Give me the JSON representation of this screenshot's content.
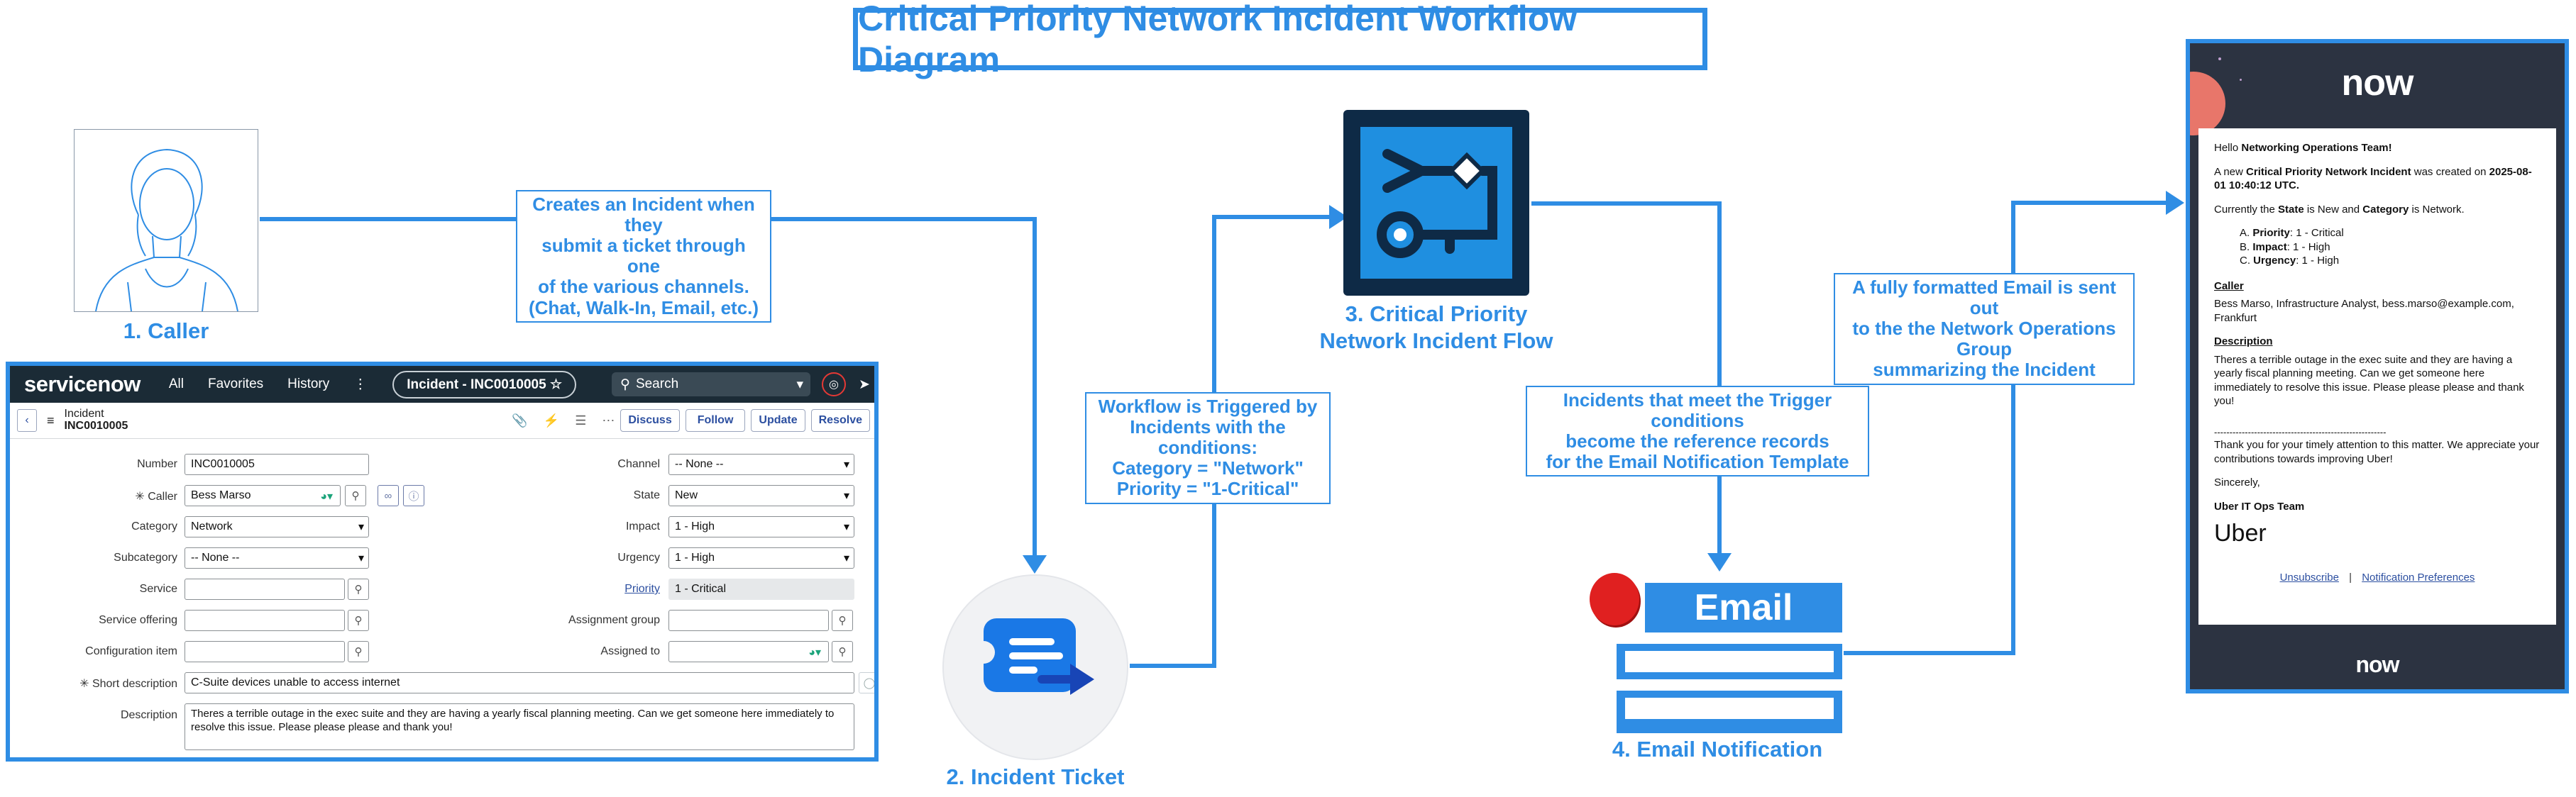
{
  "title": "Critical Priority Network Incident Workflow Diagram",
  "caller": {
    "label": "1. Caller",
    "icon": "person-outline-icon"
  },
  "edge_caller_ticket": [
    "Creates an Incident when they",
    "submit a ticket through one",
    "of the various channels.",
    "(Chat, Walk-In, Email, etc.)"
  ],
  "ticket": {
    "label": "2. Incident Ticket",
    "icon": "ticket-forward-icon"
  },
  "edge_ticket_flow": [
    "Workflow is Triggered by",
    "Incidents with the conditions:",
    "Category = \"Network\"",
    "Priority = \"1-Critical\""
  ],
  "flow": {
    "label_lines": [
      "3. Critical Priority",
      "Network Incident Flow"
    ],
    "icon": "flow-designer-icon"
  },
  "edge_flow_email": [
    "Incidents that meet the Trigger conditions",
    "become the reference records",
    "for the Email Notification Template"
  ],
  "email_node": {
    "label": "4. Email Notification",
    "badge": "Email",
    "icon": "email-notification-icon"
  },
  "edge_email_preview": [
    "A fully formatted Email is sent out",
    "to the the Network Operations Group",
    "summarizing the Incident"
  ],
  "servicenow": {
    "logo": "servicenow",
    "nav": [
      "All",
      "Favorites",
      "History"
    ],
    "tab": "Incident - INC0010005",
    "search_placeholder": "Search",
    "record_type": "Incident",
    "record_number": "INC0010005",
    "buttons": [
      "Discuss",
      "Follow",
      "Update",
      "Resolve"
    ],
    "left_fields": [
      {
        "label": "Number",
        "value": "INC0010005",
        "kind": "text"
      },
      {
        "label": "Caller",
        "value": "Bess Marso",
        "kind": "ref"
      },
      {
        "label": "Category",
        "value": "Network",
        "kind": "select"
      },
      {
        "label": "Subcategory",
        "value": "-- None --",
        "kind": "select"
      },
      {
        "label": "Service",
        "value": "",
        "kind": "lookup"
      },
      {
        "label": "Service offering",
        "value": "",
        "kind": "lookup"
      },
      {
        "label": "Configuration item",
        "value": "",
        "kind": "lookup"
      }
    ],
    "right_fields": [
      {
        "label": "Channel",
        "value": "-- None --",
        "kind": "select"
      },
      {
        "label": "State",
        "value": "New",
        "kind": "select"
      },
      {
        "label": "Impact",
        "value": "1 - High",
        "kind": "select"
      },
      {
        "label": "Urgency",
        "value": "1 - High",
        "kind": "select"
      },
      {
        "label": "Priority",
        "value": "1 - Critical",
        "kind": "readonly"
      },
      {
        "label": "Assignment group",
        "value": "",
        "kind": "lookup"
      },
      {
        "label": "Assigned to",
        "value": "",
        "kind": "lookup"
      }
    ],
    "short_description_label": "Short description",
    "short_description": "C-Suite devices unable to access internet",
    "description_label": "Description",
    "description": "Theres a terrible outage in the exec suite and they are having a yearly fiscal planning meeting. Can we get someone here immediately to resolve this issue. Please please please and thank you!"
  },
  "email_preview": {
    "brand": "now",
    "greeting_prefix": "Hello ",
    "greeting_team": "Networking Operations Team!",
    "line1_a": "A new ",
    "line1_b": "Critical Priority Network Incident",
    "line1_c": " was created on ",
    "line1_d": "2025-08-01 10:40:12 UTC.",
    "state_a": "Currently the ",
    "state_b": "State",
    "state_c": " is New and ",
    "state_d": "Category",
    "state_e": " is Network.",
    "list": [
      {
        "prefix": "A. ",
        "key": "Priority",
        "val": ": 1 - Critical"
      },
      {
        "prefix": "B. ",
        "key": "Impact",
        "val": ": 1 - High"
      },
      {
        "prefix": "C. ",
        "key": "Urgency",
        "val": ": 1 - High"
      }
    ],
    "caller_heading": "Caller",
    "caller_text": "Bess Marso, Infrastructure Analyst, bess.marso@example.com, Frankfurt",
    "description_heading": "Description",
    "description_text": "Theres a terrible outage in the exec suite and they are having a yearly fiscal planning meeting. Can we get someone here immediately to resolve this issue. Please please please and thank you!",
    "divider": "--------------------------------------------------------",
    "thanks": "Thank you for your timely attention to this matter. We appreciate your contributions towards improving Uber!",
    "sincerely": "Sincerely,",
    "signature": "Uber IT Ops Team",
    "logo": "Uber",
    "unsubscribe": "Unsubscribe",
    "separator": "|",
    "preferences": "Notification Preferences",
    "footer_brand": "now"
  },
  "colors": {
    "accent": "#2f8de4",
    "sn_header": "#1b2b36",
    "flow_bg": "#0e2a46",
    "flow_inner": "#1f8fe0"
  }
}
